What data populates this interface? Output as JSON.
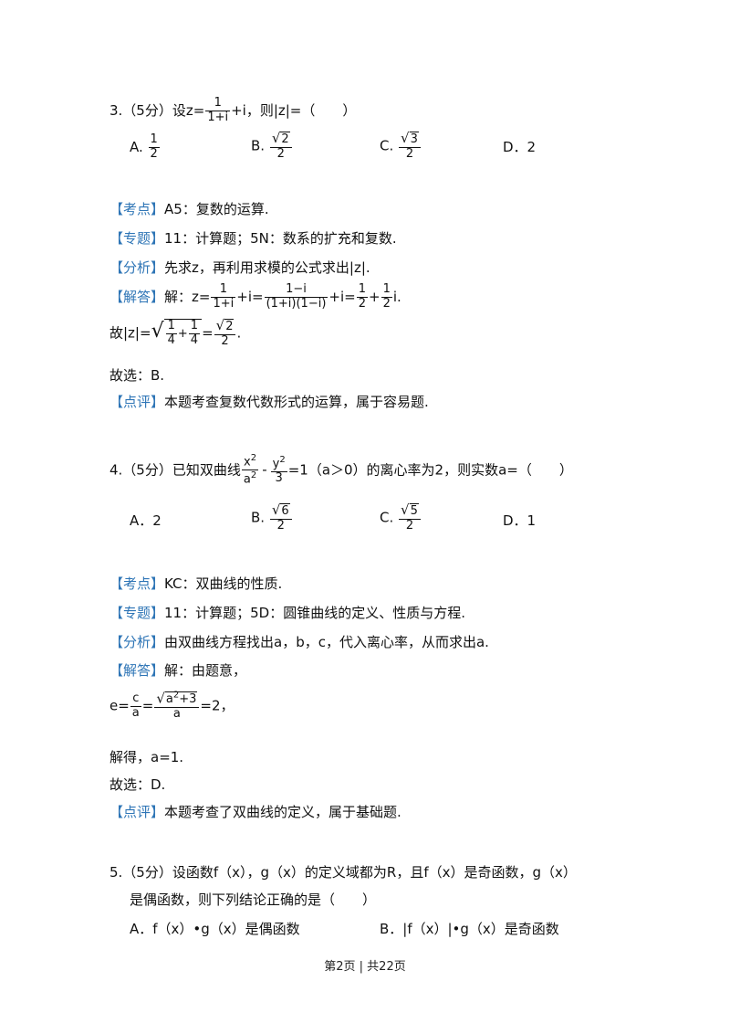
{
  "q3": {
    "stem_pre": "3.（5分）设z=",
    "frac_num": "1",
    "frac_den": "1+i",
    "stem_post": "+i，则|z|=（　　）",
    "opt_a_label": "A.",
    "opt_a_num": "1",
    "opt_a_den": "2",
    "opt_b_label": "B.",
    "opt_b_rad": "2",
    "opt_b_den": "2",
    "opt_c_label": "C.",
    "opt_c_rad": "3",
    "opt_c_den": "2",
    "opt_d": "D．2",
    "kaodian_tag": "【考点】",
    "kaodian": "A5：复数的运算.",
    "zhuanti_tag": "【专题】",
    "zhuanti": "11：计算题；5N：数系的扩充和复数.",
    "fenxi_tag": "【分析】",
    "fenxi": "先求z，再利用求模的公式求出|z|.",
    "jieda_tag": "【解答】",
    "jieda_pre": "解：z=",
    "jieda_f1n": "1",
    "jieda_f1d": "1+i",
    "jieda_mid1": "+i=",
    "jieda_f2n": "1−i",
    "jieda_f2d": "(1+i)(1−i)",
    "jieda_mid2": "+i=",
    "jieda_f3n": "1",
    "jieda_f3d": "2",
    "jieda_plus": "+",
    "jieda_f4n": "1",
    "jieda_f4d": "2",
    "jieda_end": "i.",
    "gu_pre": "故|z|=",
    "gu_f1n": "1",
    "gu_f1d": "4",
    "gu_plus": "+",
    "gu_f2n": "1",
    "gu_f2d": "4",
    "gu_eq": "=",
    "gu_rn": "2",
    "gu_rd": "2",
    "gu_end": ".",
    "guxuan": "故选：B.",
    "dianping_tag": "【点评】",
    "dianping": "本题考查复数代数形式的运算，属于容易题."
  },
  "q4": {
    "stem_pre": "4.（5分）已知双曲线",
    "x_num": "x",
    "x_sup": "2",
    "a_den": "a",
    "a_sup": "2",
    "minus": "-",
    "y_num": "y",
    "y_sup": "2",
    "three_den": "3",
    "stem_post": "=1（a＞0）的离心率为2，则实数a=（　　）",
    "opt_a": "A．2",
    "opt_b_label": "B.",
    "opt_b_rad": "6",
    "opt_b_den": "2",
    "opt_c_label": "C.",
    "opt_c_rad": "5",
    "opt_c_den": "2",
    "opt_d": "D．1",
    "kaodian_tag": "【考点】",
    "kaodian": "KC：双曲线的性质.",
    "zhuanti_tag": "【专题】",
    "zhuanti": "11：计算题；5D：圆锥曲线的定义、性质与方程.",
    "fenxi_tag": "【分析】",
    "fenxi": "由双曲线方程找出a，b，c，代入离心率，从而求出a.",
    "jieda_tag": "【解答】",
    "jieda": "解：由题意，",
    "e_pre": "e=",
    "e_f1n": "c",
    "e_f1d": "a",
    "e_eq": "=",
    "e_rad": "a",
    "e_rad_sup": "2",
    "e_rad_post": "+3",
    "e_f2d": "a",
    "e_end": "=2，",
    "jiede": "解得，a=1.",
    "guxuan": "故选：D.",
    "dianping_tag": "【点评】",
    "dianping": "本题考查了双曲线的定义，属于基础题."
  },
  "q5": {
    "line1": "5.（5分）设函数f（x），g（x）的定义域都为R，且f（x）是奇函数，g（x）",
    "line2": "是偶函数，则下列结论正确的是（　　）",
    "opt_a": "A．f（x）•g（x）是偶函数",
    "opt_b": "B．|f（x）|•g（x）是奇函数"
  },
  "footer": "第2页 | 共22页"
}
